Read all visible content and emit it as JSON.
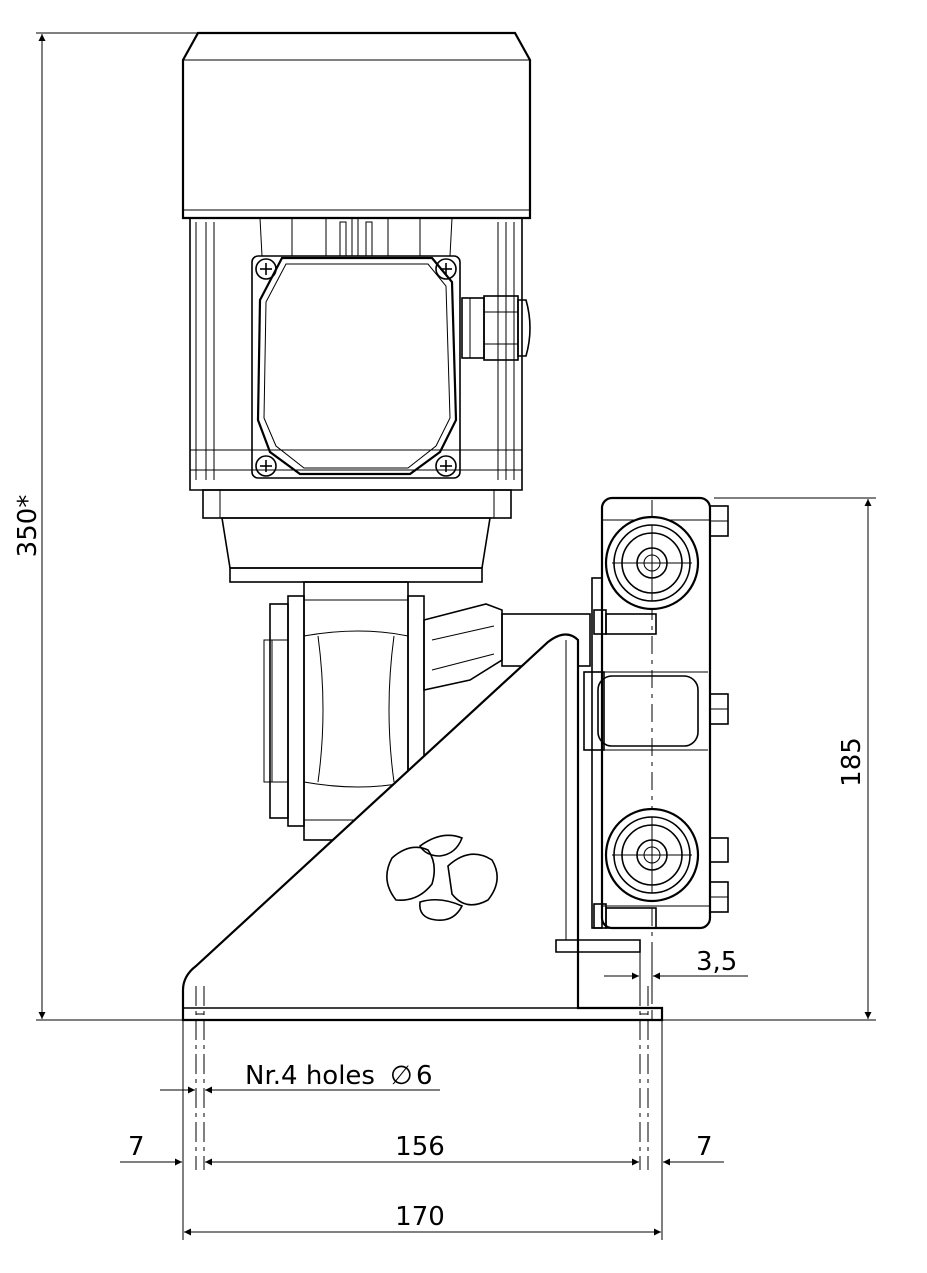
{
  "dimensions": {
    "total_height": "350*",
    "pump_head_height": "185",
    "flange_thickness": "3,5",
    "holes_label": "Nr.4 holes",
    "hole_diameter": "6",
    "diameter_symbol": "∅",
    "left_edge": "7",
    "hole_spacing": "156",
    "right_edge": "7",
    "total_width": "170"
  }
}
